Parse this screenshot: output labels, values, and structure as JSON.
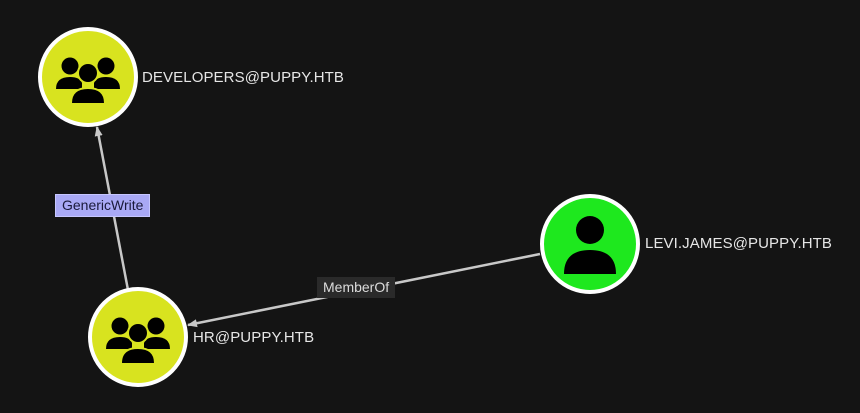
{
  "graph": {
    "nodes": {
      "developers": {
        "label": "DEVELOPERS@PUPPY.HTB",
        "type": "group",
        "icon": "users-icon",
        "fill": "#d8e31f"
      },
      "hr": {
        "label": "HR@PUPPY.HTB",
        "type": "group",
        "icon": "users-icon",
        "fill": "#d8e31f"
      },
      "levi": {
        "label": "LEVI.JAMES@PUPPY.HTB",
        "type": "user",
        "icon": "user-icon",
        "fill": "#1ee81e"
      }
    },
    "edges": {
      "generic_write": {
        "label": "GenericWrite",
        "from": "HR@PUPPY.HTB",
        "to": "DEVELOPERS@PUPPY.HTB"
      },
      "member_of": {
        "label": "MemberOf",
        "from": "LEVI.JAMES@PUPPY.HTB",
        "to": "HR@PUPPY.HTB"
      }
    },
    "colors": {
      "background": "#141414",
      "edge": "#c8c8c8",
      "node_border": "#ffffff",
      "generic_write_label_bg": "#a9a9f5",
      "member_of_label_bg": "#2a2a2a"
    }
  }
}
